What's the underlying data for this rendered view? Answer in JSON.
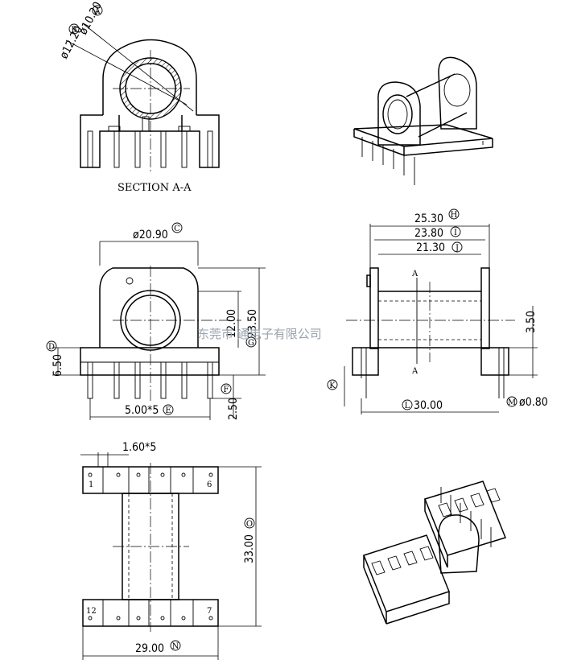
{
  "section_label": "SECTION A-A",
  "watermark": "东莞市  通电子有限公司",
  "callouts": {
    "A": {
      "letter": "A",
      "value": "ø10.20"
    },
    "B": {
      "letter": "B",
      "value": "ø12.20"
    },
    "C": {
      "letter": "C",
      "value": "ø20.90"
    },
    "D": {
      "letter": "D",
      "value": "6.50"
    },
    "E": {
      "letter": "E",
      "value": "5.00*5"
    },
    "F": {
      "letter": "F",
      "value": "2.50"
    },
    "G": {
      "letter": "G",
      "value": "23.50"
    },
    "G2": {
      "value": "12.00"
    },
    "H": {
      "letter": "H",
      "value": "25.30"
    },
    "I": {
      "letter": "I",
      "value": "23.80"
    },
    "J": {
      "letter": "J",
      "value": "21.30"
    },
    "K": {
      "letter": "K"
    },
    "L": {
      "letter": "L",
      "value": "30.00"
    },
    "M": {
      "letter": "M",
      "value": "ø0.80"
    },
    "N": {
      "letter": "N",
      "value": "29.00"
    },
    "O": {
      "letter": "O",
      "value": "33.00"
    },
    "P": {
      "value": "1.60*5"
    },
    "Q": {
      "value": "3.50"
    }
  },
  "section_marks": [
    "A",
    "A"
  ],
  "pin_numbers": [
    "1",
    "6",
    "12",
    "7"
  ]
}
